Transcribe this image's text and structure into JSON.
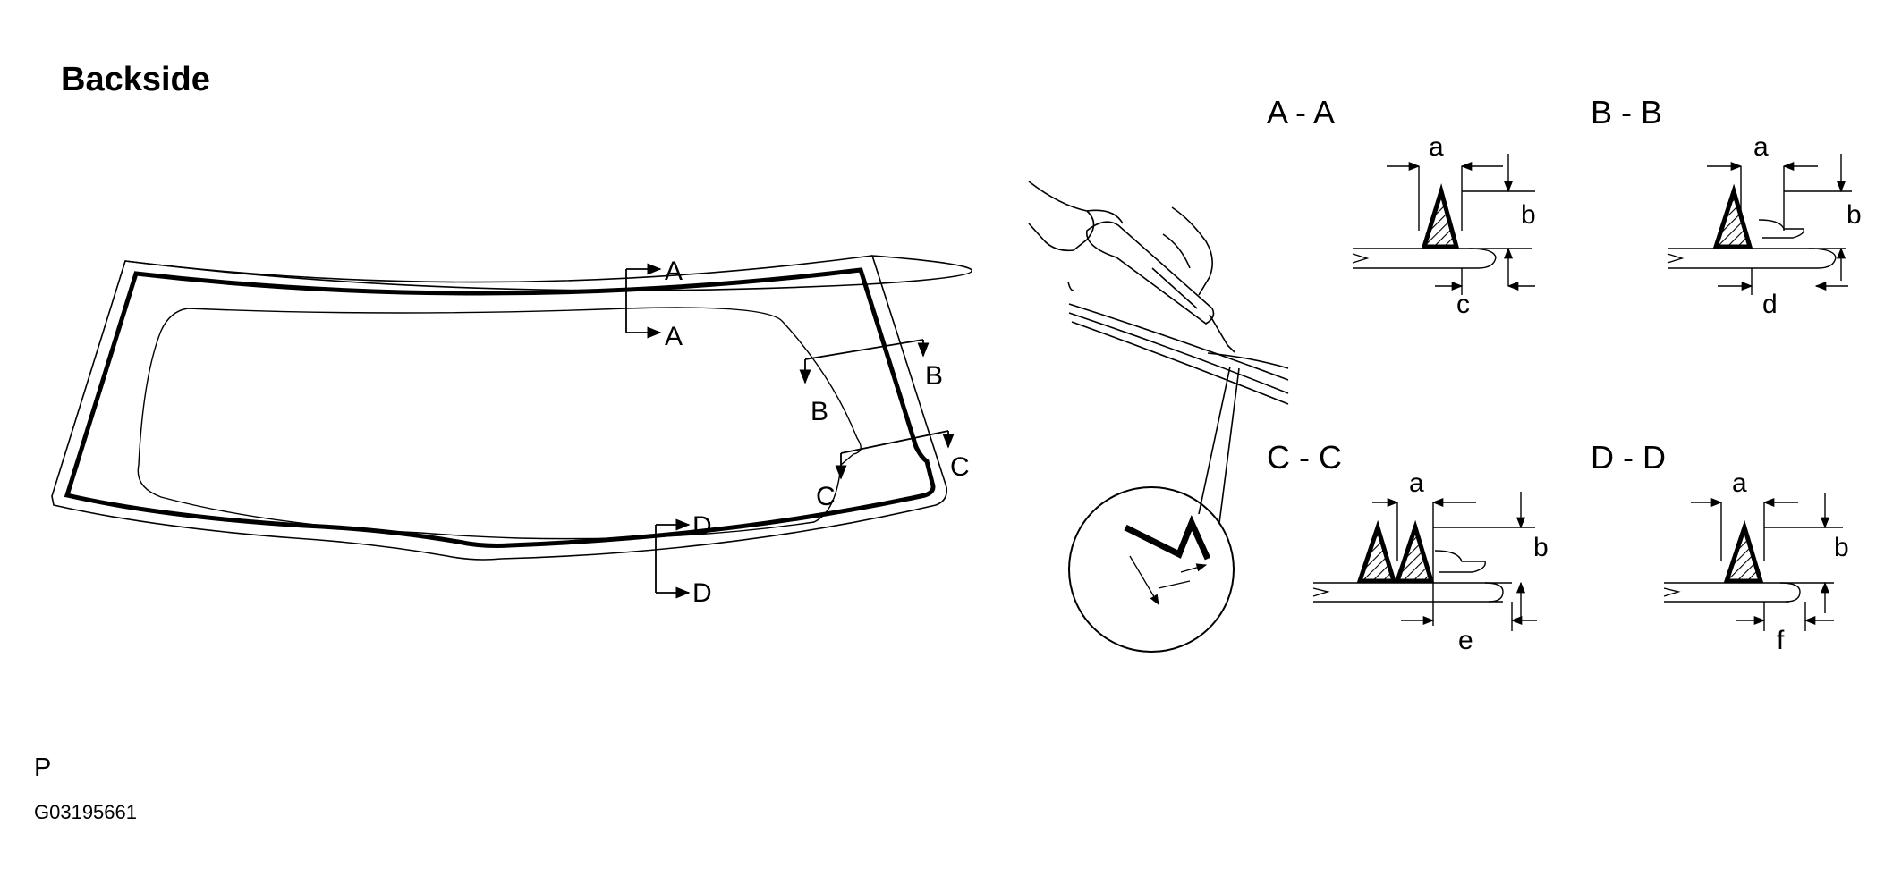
{
  "title": "Backside",
  "corner_letter": "P",
  "figure_id": "G03195661",
  "section_markers": [
    "A",
    "A",
    "B",
    "B",
    "C",
    "C",
    "D",
    "D"
  ],
  "sections": [
    {
      "heading": "A - A",
      "dims": [
        "a",
        "b",
        "c"
      ]
    },
    {
      "heading": "B - B",
      "dims": [
        "a",
        "b",
        "d"
      ]
    },
    {
      "heading": "C - C",
      "dims": [
        "a",
        "b",
        "e"
      ]
    },
    {
      "heading": "D - D",
      "dims": [
        "a",
        "b",
        "f"
      ]
    }
  ]
}
